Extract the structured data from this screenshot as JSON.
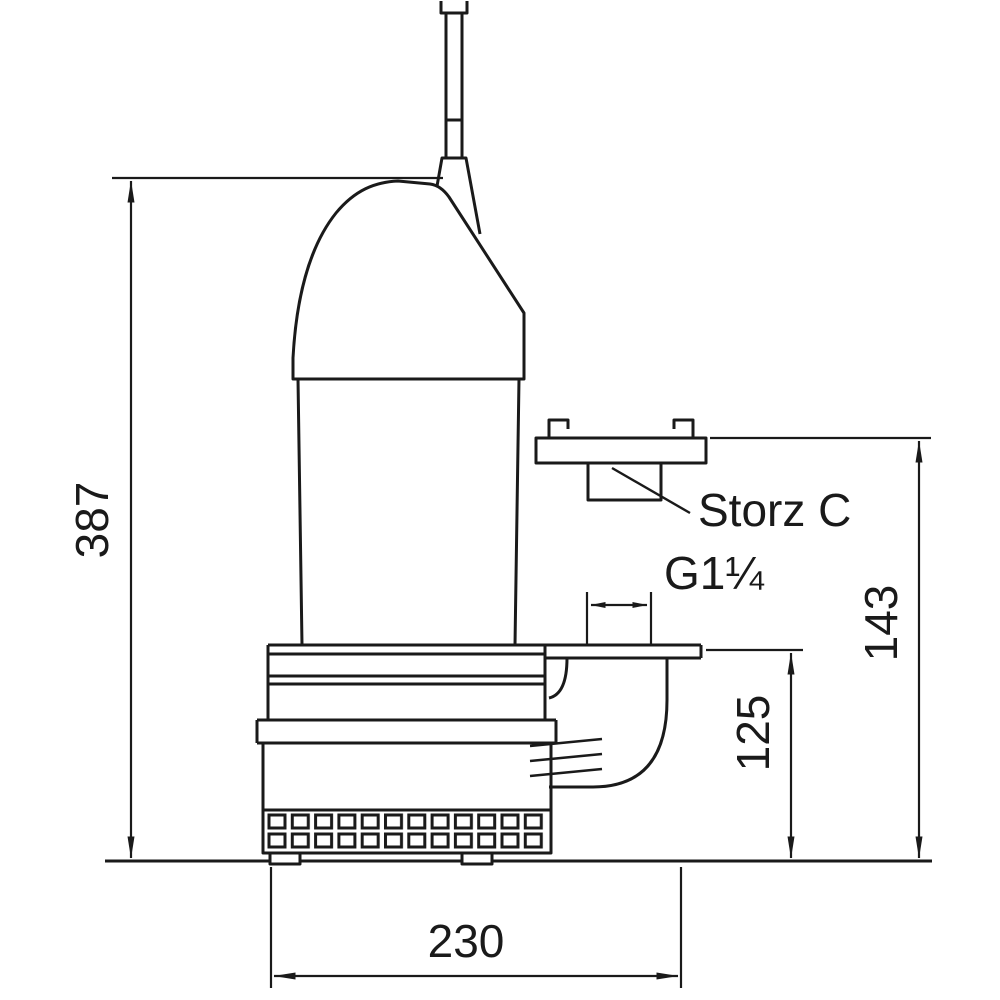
{
  "labels": {
    "total_height": "387",
    "flange_height": "143",
    "outlet_height": "125",
    "base_width": "230",
    "coupling_label": "Storz C",
    "thread_label": "G1¼"
  },
  "colors": {
    "ink": "#1a1a1a",
    "background": "#ffffff"
  }
}
